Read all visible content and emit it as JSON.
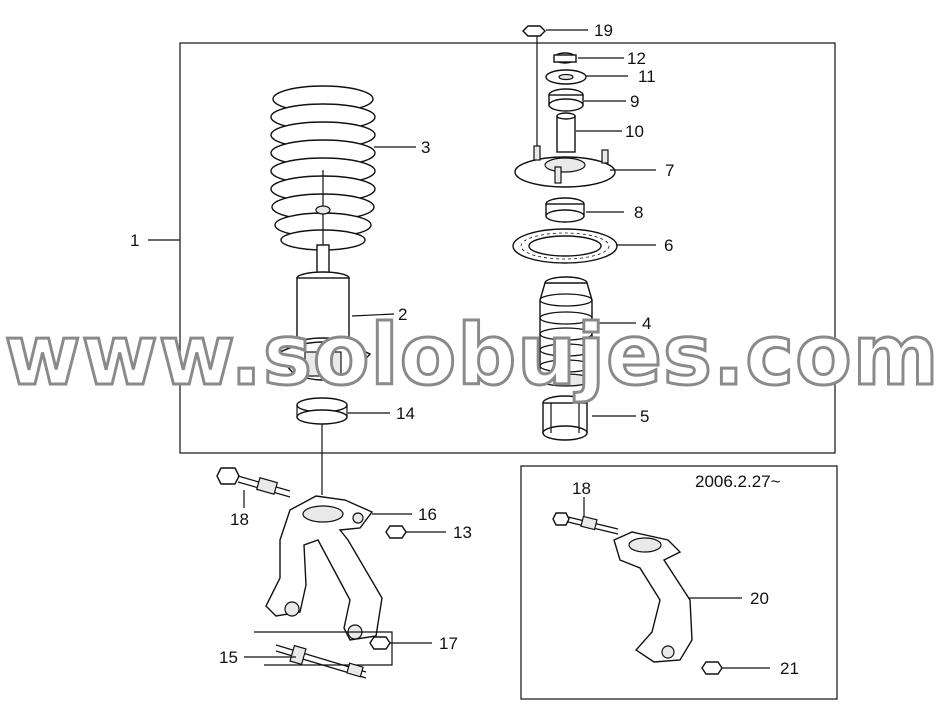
{
  "callouts": {
    "c1": "1",
    "c2": "2",
    "c3": "3",
    "c4": "4",
    "c5": "5",
    "c6": "6",
    "c7": "7",
    "c8": "8",
    "c9": "9",
    "c10": "10",
    "c11": "11",
    "c12": "12",
    "c13": "13",
    "c14": "14",
    "c15": "15",
    "c16": "16",
    "c17": "17",
    "c18a": "18",
    "c18b": "18",
    "c19": "19",
    "c20": "20",
    "c21": "21"
  },
  "inset": {
    "date": "2006.2.27~"
  },
  "watermark": {
    "text": "www.solobujes.com"
  },
  "colors": {
    "line": "#111111",
    "watermark_stroke": "#8a8a8a",
    "background": "#ffffff"
  }
}
